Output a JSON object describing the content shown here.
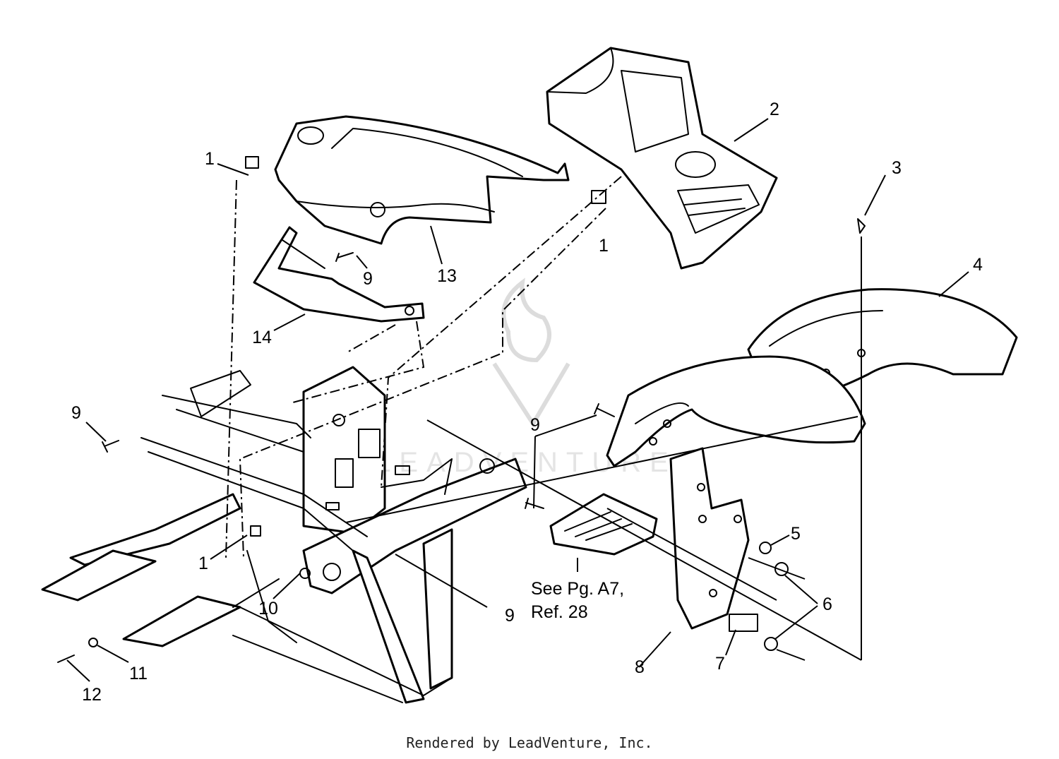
{
  "callouts": {
    "c1a": "1",
    "c1b": "1",
    "c1c": "1",
    "c2": "2",
    "c3": "3",
    "c4": "4",
    "c5": "5",
    "c6": "6",
    "c7": "7",
    "c8": "8",
    "c9a": "9",
    "c9b": "9",
    "c9c": "9",
    "c9d": "9",
    "c10": "10",
    "c11": "11",
    "c12": "12",
    "c13": "13",
    "c14": "14"
  },
  "reference_note": {
    "line1": "See Pg. A7,",
    "line2": "Ref. 28"
  },
  "footer": {
    "text": "Rendered by LeadVenture, Inc."
  },
  "watermark": {
    "text": "LEADVENTURE"
  }
}
